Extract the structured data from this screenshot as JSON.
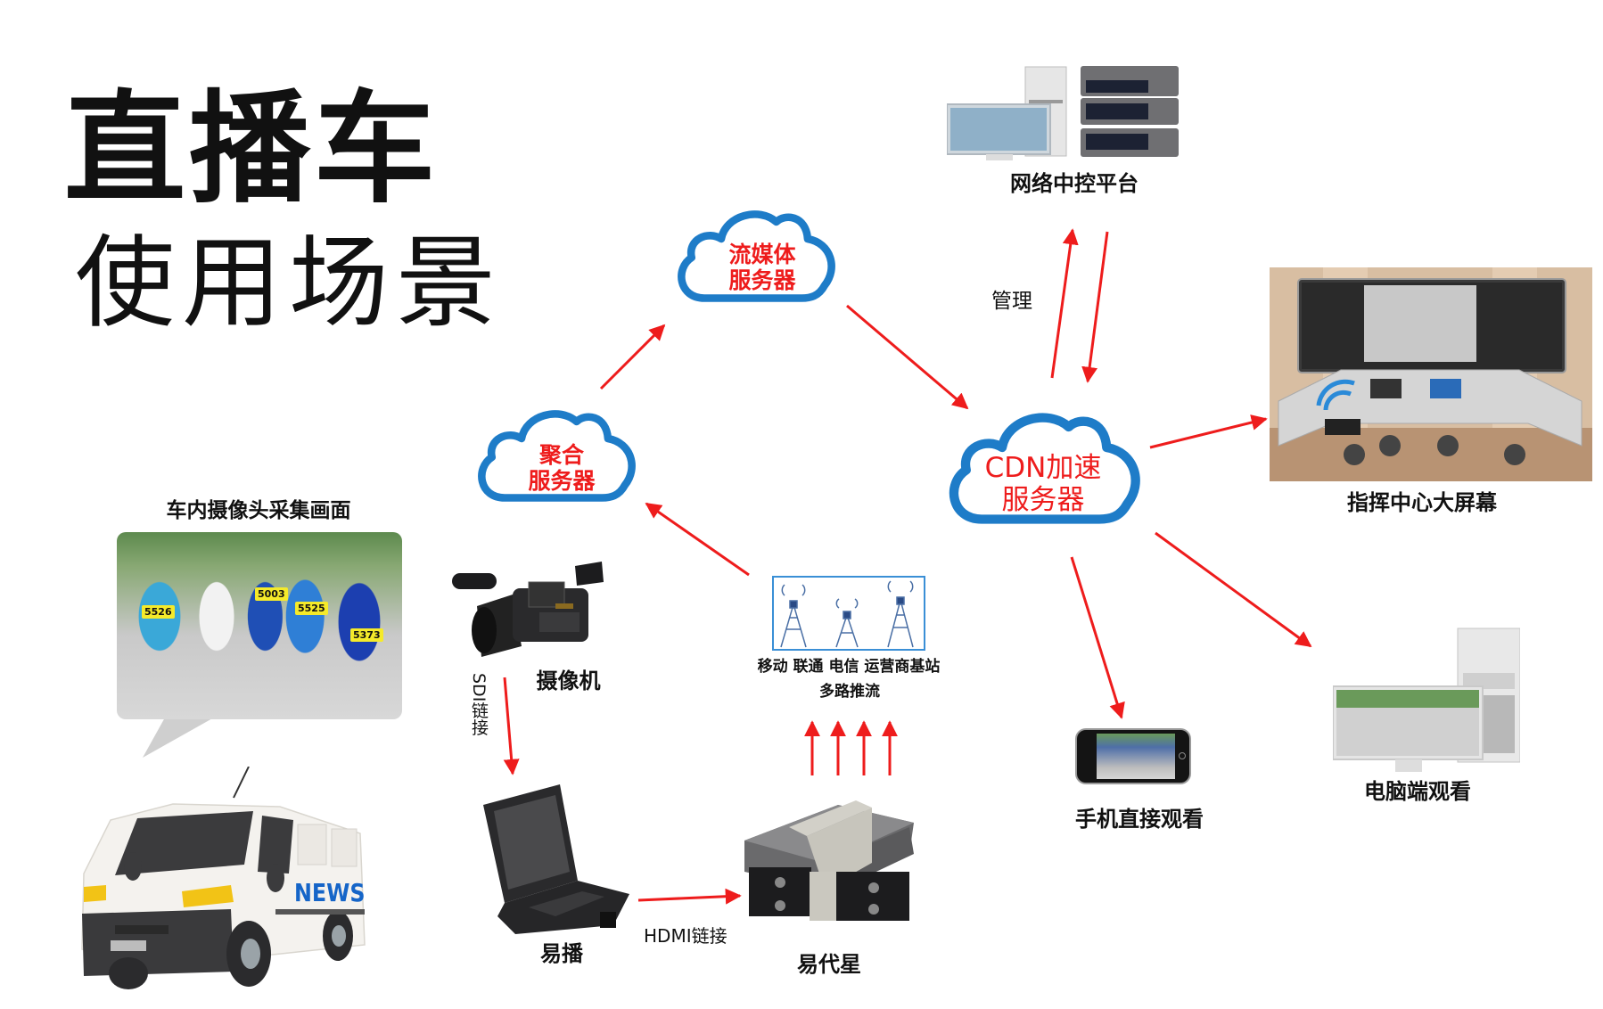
{
  "title": {
    "main": "直播车",
    "sub": "使用场景"
  },
  "nodes": {
    "car_camera_feed": {
      "label": "车内摄像头采集画面",
      "bibs": [
        "5526",
        "5003",
        "5373",
        "5525"
      ]
    },
    "van": {
      "side_text": "NEWS"
    },
    "camera": {
      "label": "摄像机"
    },
    "yibo": {
      "label": "易播"
    },
    "yidaixing": {
      "label": "易代星"
    },
    "base_station": {
      "label": "移动 联通 电信 运营商基站",
      "sublabel": "多路推流"
    },
    "aggregation_server": {
      "line1": "聚合",
      "line2": "服务器"
    },
    "streaming_server": {
      "line1": "流媒体",
      "line2": "服务器"
    },
    "cdn_server": {
      "line1": "CDN加速",
      "line2": "服务器"
    },
    "network_control": {
      "label": "网络中控平台"
    },
    "command_center": {
      "label": "指挥中心大屏幕"
    },
    "mobile_view": {
      "label": "手机直接观看"
    },
    "pc_view": {
      "label": "电脑端观看"
    }
  },
  "links": {
    "sdi": "SDI链接",
    "hdmi": "HDMI链接",
    "management": "管理"
  },
  "colors": {
    "arrow": "#ee1c1c",
    "cloud_stroke": "#1e7cc8",
    "cloud_text": "#ee1c1c",
    "van_news_text": "#1565c8",
    "base_station_border": "#3a8fd6"
  }
}
